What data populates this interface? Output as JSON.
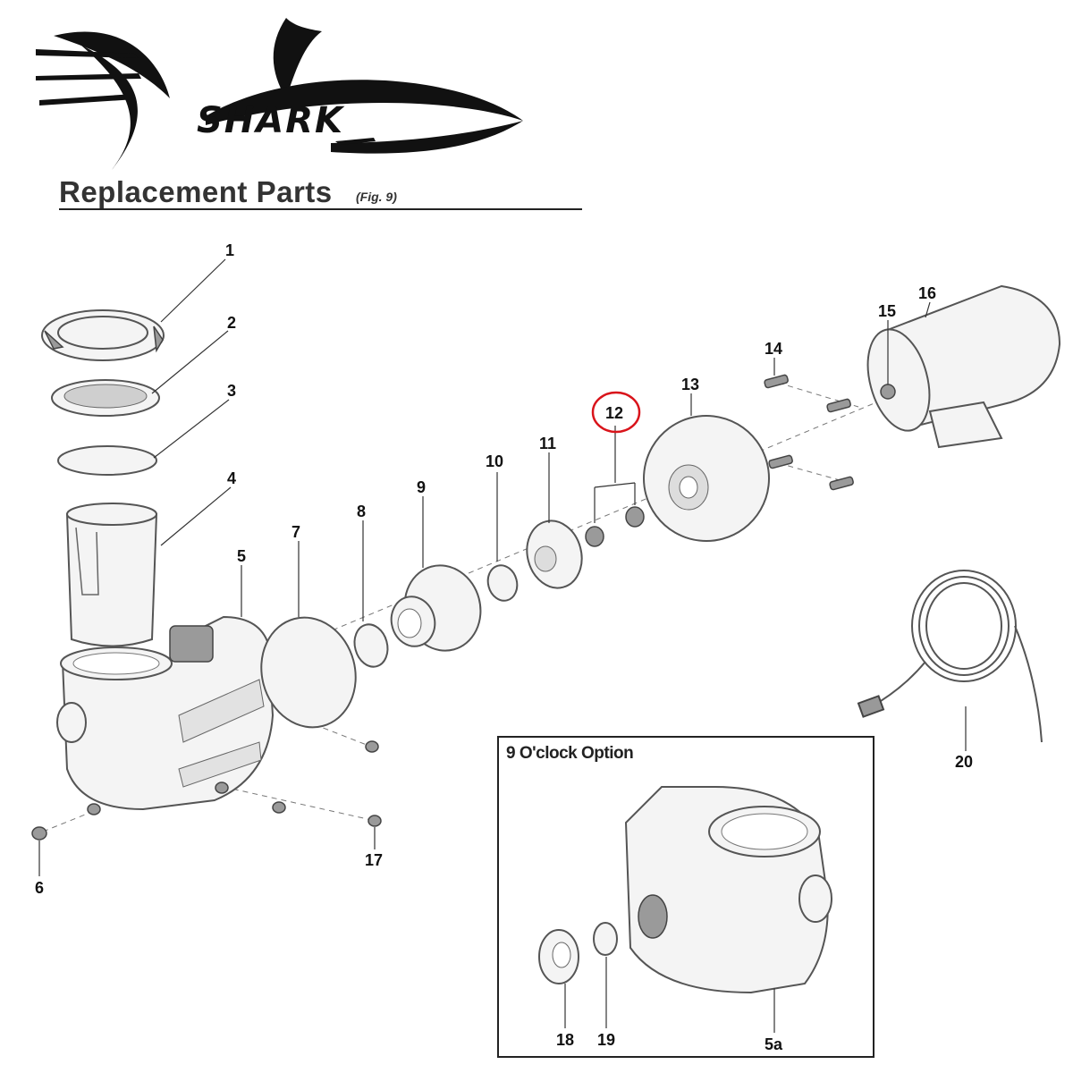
{
  "brand": "SHARK",
  "title": "Replacement Parts",
  "figure_ref": "(Fig. 9)",
  "inset_title": "9 O'clock Option",
  "labels": {
    "p1": "1",
    "p2": "2",
    "p3": "3",
    "p4": "4",
    "p5": "5",
    "p5a": "5a",
    "p6": "6",
    "p7": "7",
    "p8": "8",
    "p9": "9",
    "p10": "10",
    "p11": "11",
    "p12": "12",
    "p13": "13",
    "p14": "14",
    "p15": "15",
    "p16": "16",
    "p17": "17",
    "p18": "18",
    "p19": "19",
    "p20": "20"
  },
  "highlighted_part": "12",
  "highlight_color": "#d9141b"
}
